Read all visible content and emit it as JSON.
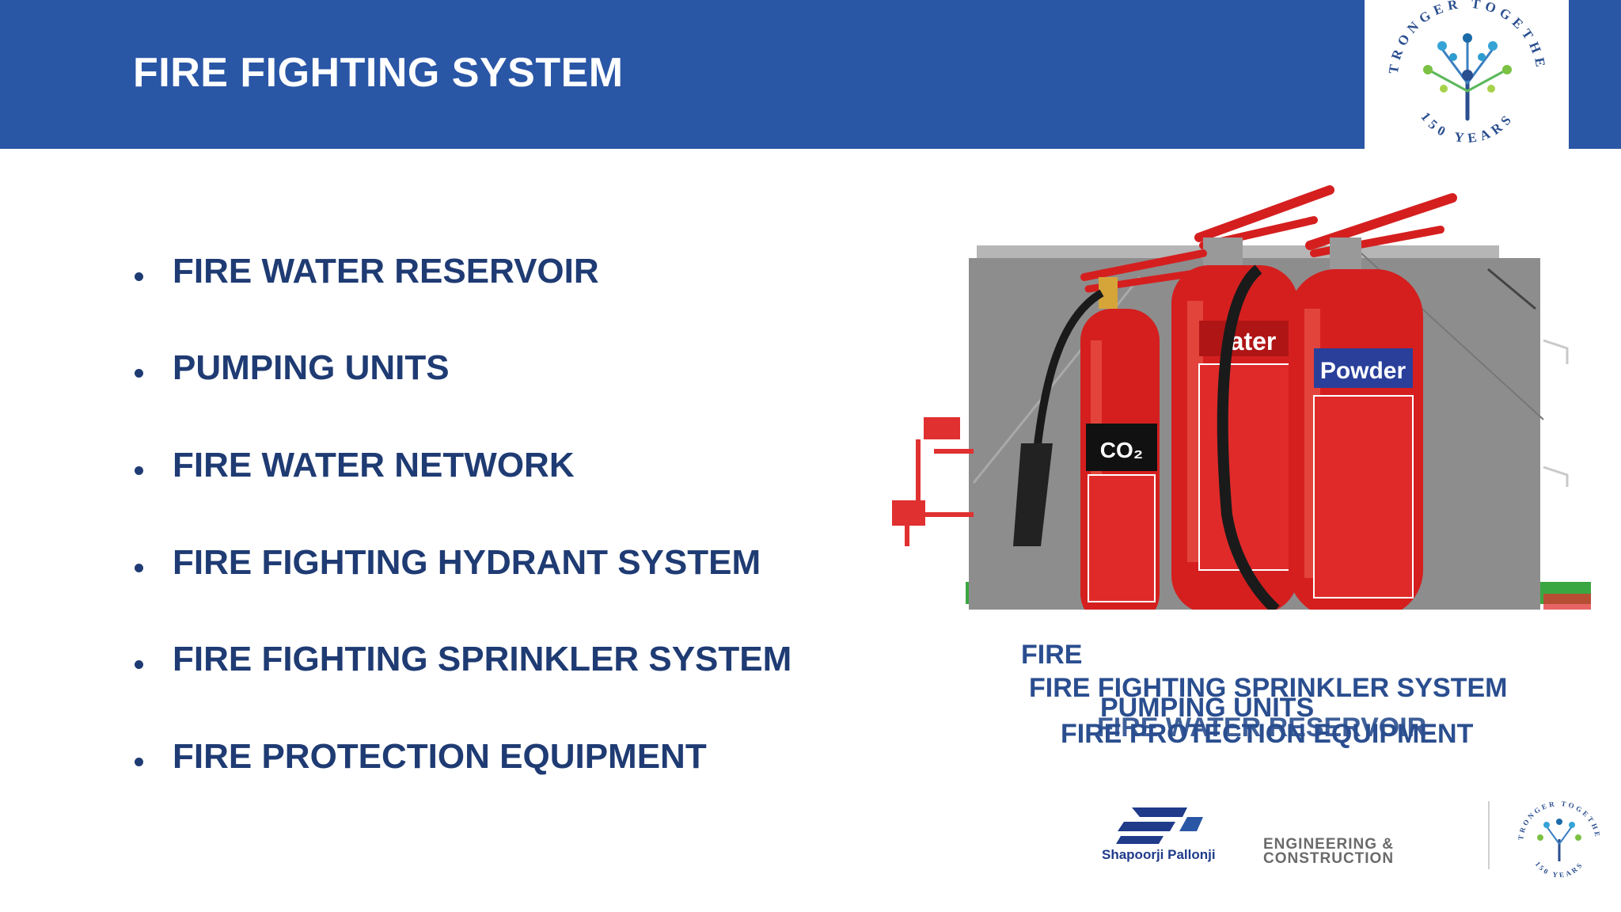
{
  "header": {
    "title": "FIRE FIGHTING SYSTEM",
    "logo_top_text": "STRONGER TOGETHER",
    "logo_bottom_text": "150 YEARS"
  },
  "bullets": [
    "FIRE WATER RESERVOIR",
    "PUMPING UNITS",
    "FIRE WATER NETWORK",
    "FIRE FIGHTING HYDRANT SYSTEM",
    "FIRE FIGHTING SPRINKLER SYSTEM",
    "FIRE PROTECTION EQUIPMENT"
  ],
  "image": {
    "labels": {
      "co2": "CO₂",
      "water": "ater",
      "powder": "Powder"
    },
    "overlay_fragments": {
      "fire_fragment": "FIRE",
      "sprinkler": "FIRE FIGHTING SPRINKLER SYSTEM",
      "pumping": "PUMPING UNITS",
      "protection": "FIRE PROTECTION EQUIPMENT",
      "reservoir": "FIRE WATER RESERVOIR"
    }
  },
  "footer": {
    "company": "Shapoorji Pallonji",
    "division_line1": "ENGINEERING &",
    "division_line2": "CONSTRUCTION",
    "logo_top_text": "STRONGER TOGETHER",
    "logo_bottom_text": "150 YEARS"
  },
  "colors": {
    "header_bg": "#2a56a6",
    "bullet_text": "#1f3b73",
    "extinguisher_red": "#d51f1f"
  }
}
